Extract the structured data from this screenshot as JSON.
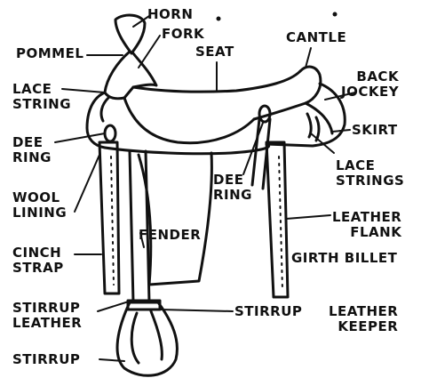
{
  "colors": {
    "ink": "#111111",
    "paper": "#ffffff"
  },
  "labels": {
    "horn": "HORN",
    "fork": "FORK",
    "seat": "SEAT",
    "cantle": "CANTLE",
    "pommel": "POMMEL",
    "back_jockey": [
      "BACK",
      "JOCKEY"
    ],
    "lace_string": [
      "LACE",
      "STRING"
    ],
    "skirt": "SKIRT",
    "dee_ring_left": [
      "DEE",
      "RING"
    ],
    "lace_strings": [
      "LACE",
      "STRINGS"
    ],
    "dee_ring_center": [
      "DEE",
      "RING"
    ],
    "wool_lining": [
      "WOOL",
      "LINING"
    ],
    "leather_flank": [
      "LEATHER",
      "FLANK"
    ],
    "girth_billet": "GIRTH BILLET",
    "fender": "FENDER",
    "cinch_strap": [
      "CINCH",
      "STRAP"
    ],
    "stirrup_leather": [
      "STIRRUP",
      "LEATHER"
    ],
    "stirrup_center": "STIRRUP",
    "leather_keeper": [
      "LEATHER",
      "KEEPER"
    ],
    "stirrup_bottom": "STIRRUP"
  }
}
